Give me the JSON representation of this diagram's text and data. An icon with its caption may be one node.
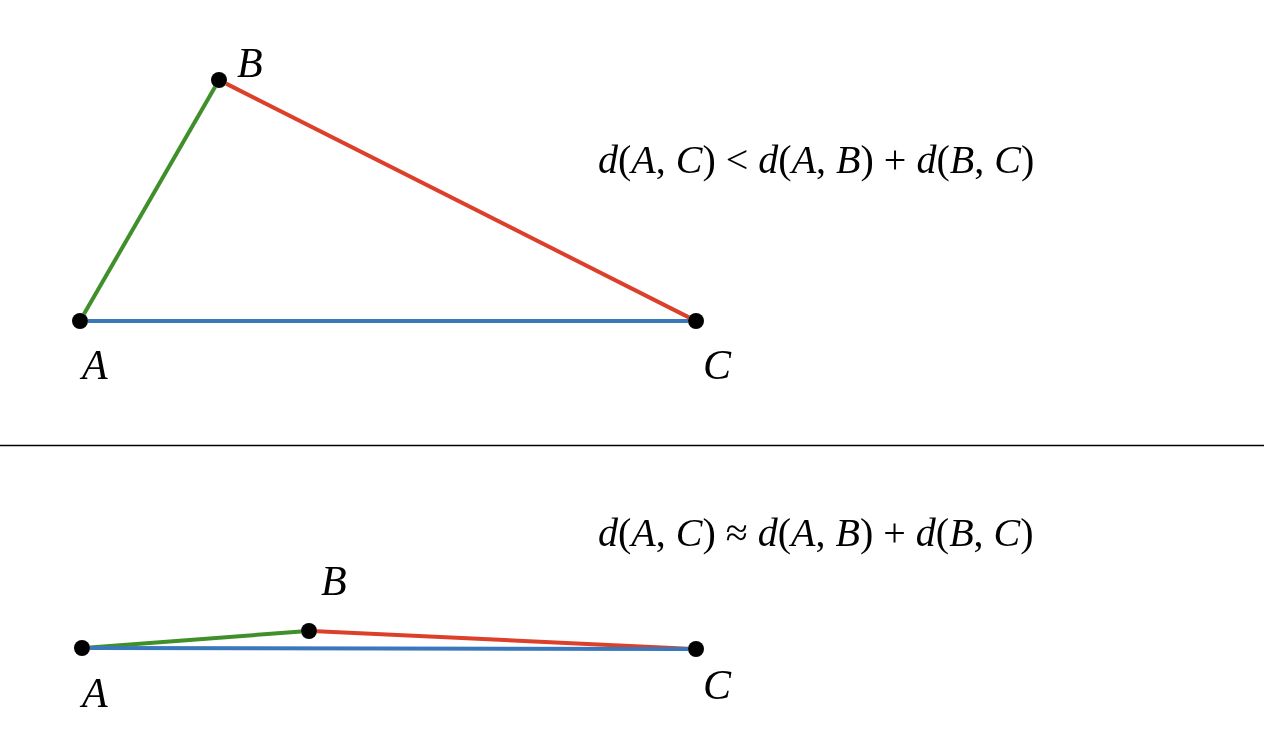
{
  "diagram": {
    "nodes": [
      {
        "text": [],
        "shape": "circle",
        "beside": [
          "B"
        ]
      },
      {
        "text": [],
        "shape": "circle",
        "beside": [
          "A"
        ]
      },
      {
        "text": [],
        "shape": "circle",
        "beside": [
          "C"
        ]
      },
      {
        "text": [],
        "shape": "circle",
        "beside": [
          "B"
        ]
      },
      {
        "text": [],
        "shape": "circle",
        "beside": [
          "A"
        ]
      },
      {
        "text": [],
        "shape": "circle",
        "beside": [
          "C"
        ]
      }
    ],
    "edges": [
      {
        "from": 1,
        "to": 0,
        "arrow": "none",
        "color": "#3f8f2b"
      },
      {
        "from": 0,
        "to": 2,
        "arrow": "none",
        "color": "#dc3f2a"
      },
      {
        "from": 1,
        "to": 2,
        "arrow": "none",
        "color": "#3a78bb"
      },
      {
        "from": 4,
        "to": 3,
        "arrow": "none",
        "color": "#3f8f2b"
      },
      {
        "from": 3,
        "to": 5,
        "arrow": "none",
        "color": "#dc3f2a"
      },
      {
        "from": 4,
        "to": 5,
        "arrow": "none",
        "color": "#3a78bb"
      }
    ],
    "labels": [
      "*d*(*A*, *C*) < *d*(*A*, *B*) + *d*(*B*, *C*)",
      "*d*(*A*, *C*) ≈ *d*(*A*, *B*) + *d*(*B*, *C*)"
    ]
  }
}
